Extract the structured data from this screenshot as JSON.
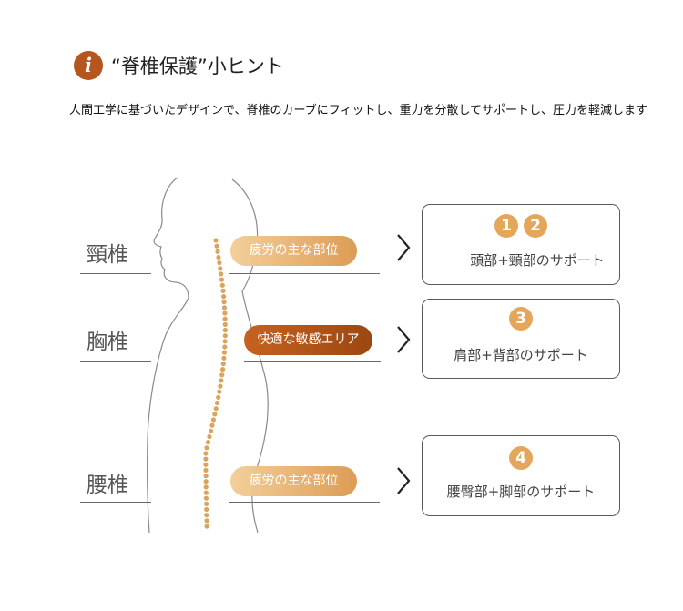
{
  "header": {
    "icon": "i",
    "title": "“脊椎保護”小ヒント",
    "description": "人間工学に基づいたデザインで、脊椎のカーブにフィットし、重力を分散してサポートし、圧力を軽減します"
  },
  "regions": [
    {
      "label": "頸椎",
      "pill": "疲労の主な部位"
    },
    {
      "label": "胸椎",
      "pill": "快適な敏感エリア"
    },
    {
      "label": "腰椎",
      "pill": "疲労の主な部位"
    }
  ],
  "boxes": [
    {
      "badges": [
        "1",
        "2"
      ],
      "text": "頭部+頸部のサポート"
    },
    {
      "badges": [
        "3"
      ],
      "text": "肩部+背部のサポート"
    },
    {
      "badges": [
        "4"
      ],
      "text": "腰臀部+脚部のサポート"
    }
  ],
  "colors": {
    "icon_bg": "#b5551f",
    "pill_light": "#e4ab67",
    "pill_dark": "#b0561a",
    "badge": "#e3a65a",
    "spine_dot": "#d9a460",
    "outline": "#8a8a8a"
  }
}
